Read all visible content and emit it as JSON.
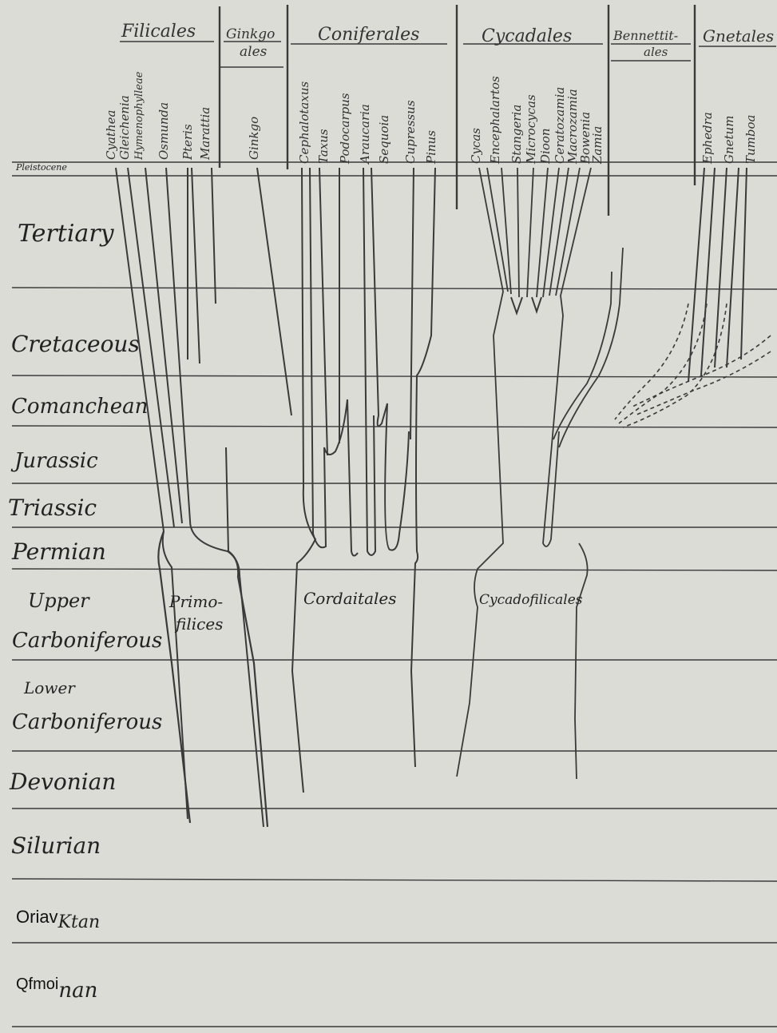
{
  "orders": [
    {
      "key": "filicales",
      "name": "Filicales",
      "genera": [
        "Cyathea",
        "Gleichenia",
        "Hymenophylleae",
        "Osmunda",
        "Pteris",
        "Marattia"
      ]
    },
    {
      "key": "ginkgoales",
      "name": "Ginkgo-ales",
      "name_line1": "Ginkgo",
      "name_line2": "ales",
      "genera": [
        "Ginkgo"
      ]
    },
    {
      "key": "coniferales",
      "name": "Coniferales",
      "genera": [
        "Cephalotaxus",
        "Taxus",
        "Podocarpus",
        "Araucaria",
        "Sequoia",
        "Cupressus",
        "Pinus"
      ]
    },
    {
      "key": "cycadales",
      "name": "Cycadales",
      "genera": [
        "Cycas",
        "Encephalartos",
        "Stangeria",
        "Microcycas",
        "Dioon",
        "Ceratozamia",
        "Macrozamia",
        "Bowenia",
        "Zamia"
      ]
    },
    {
      "key": "bennettitales",
      "name": "Bennettit-ales",
      "name_line1": "Bennettit-",
      "name_line2": "ales",
      "genera": []
    },
    {
      "key": "gnetales",
      "name": "Gnetales",
      "genera": [
        "Ephedra",
        "Gnetum",
        "Tumboa"
      ]
    }
  ],
  "periods": [
    {
      "key": "pleistocene",
      "label": "Pleistocene"
    },
    {
      "key": "tertiary",
      "label": "Tertiary"
    },
    {
      "key": "cretaceous",
      "label": "Cretaceous"
    },
    {
      "key": "comanchean",
      "label": "Comanchean"
    },
    {
      "key": "jurassic",
      "label": "Jurassic"
    },
    {
      "key": "triassic",
      "label": "Triassic"
    },
    {
      "key": "permian",
      "label": "Permian"
    },
    {
      "key": "upper_carboniferous",
      "label_line1": "Upper",
      "label_line2": "Carboniferous"
    },
    {
      "key": "lower_carboniferous",
      "label_line1": "Lower",
      "label_line2": "Carboniferous"
    },
    {
      "key": "devonian",
      "label": "Devonian"
    },
    {
      "key": "silurian",
      "label": "Silurian"
    },
    {
      "key": "ordovician",
      "label_main": "Oriav",
      "label_sub": "Ktan"
    },
    {
      "key": "cambrian",
      "label_main": "Qfmoi",
      "label_sub": "nan"
    }
  ],
  "ancestral_groups": [
    {
      "key": "primofilices",
      "line1": "Primo-",
      "line2": "filices"
    },
    {
      "key": "cordaitales",
      "line1": "Cordaitales"
    },
    {
      "key": "cycadofilicales",
      "line1": "Cycadofilicales"
    }
  ],
  "colors": {
    "paper": "#dcdcd6",
    "ink": "#3a3a3a"
  }
}
